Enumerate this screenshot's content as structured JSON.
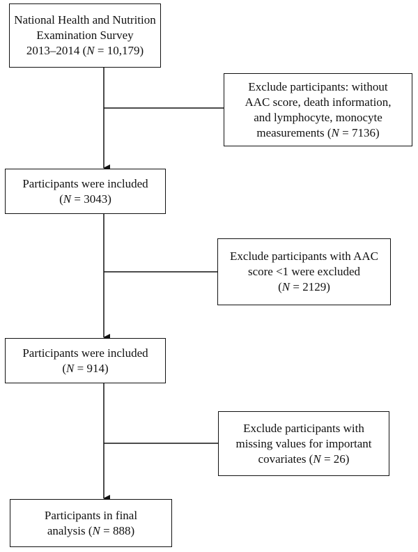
{
  "flowchart": {
    "steps": [
      {
        "lines": [
          [
            {
              "t": "National Health and Nutrition"
            }
          ],
          [
            {
              "t": "Examination Survey"
            }
          ],
          [
            {
              "t": "2013–2014 ("
            },
            {
              "t": "N",
              "i": true
            },
            {
              "t": " = 10,179)"
            }
          ]
        ]
      },
      {
        "lines": [
          [
            {
              "t": "Participants were included"
            }
          ],
          [
            {
              "t": "("
            },
            {
              "t": "N",
              "i": true
            },
            {
              "t": " = 3043)"
            }
          ]
        ]
      },
      {
        "lines": [
          [
            {
              "t": "Participants  were included"
            }
          ],
          [
            {
              "t": "("
            },
            {
              "t": "N",
              "i": true
            },
            {
              "t": " = 914)"
            }
          ]
        ]
      },
      {
        "lines": [
          [
            {
              "t": "Participants in final"
            }
          ],
          [
            {
              "t": "analysis ("
            },
            {
              "t": "N",
              "i": true
            },
            {
              "t": " = 888)"
            }
          ]
        ]
      }
    ],
    "exclusions": [
      {
        "lines": [
          [
            {
              "t": "Exclude participants: without"
            }
          ],
          [
            {
              "t": "AAC score, death information,"
            }
          ],
          [
            {
              "t": "and lymphocyte, monocyte"
            }
          ],
          [
            {
              "t": "measurements  ("
            },
            {
              "t": "N",
              "i": true
            },
            {
              "t": " = 7136)"
            }
          ]
        ]
      },
      {
        "lines": [
          [
            {
              "t": "Exclude participants with AAC"
            }
          ],
          [
            {
              "t": "score <1 were excluded"
            }
          ],
          [
            {
              "t": "("
            },
            {
              "t": "N",
              "i": true
            },
            {
              "t": " = 2129)"
            }
          ]
        ]
      },
      {
        "lines": [
          [
            {
              "t": "Exclude participants with"
            }
          ],
          [
            {
              "t": "missing values for important"
            }
          ],
          [
            {
              "t": "covariates ("
            },
            {
              "t": "N",
              "i": true
            },
            {
              "t": " = 26)"
            }
          ]
        ]
      }
    ]
  }
}
